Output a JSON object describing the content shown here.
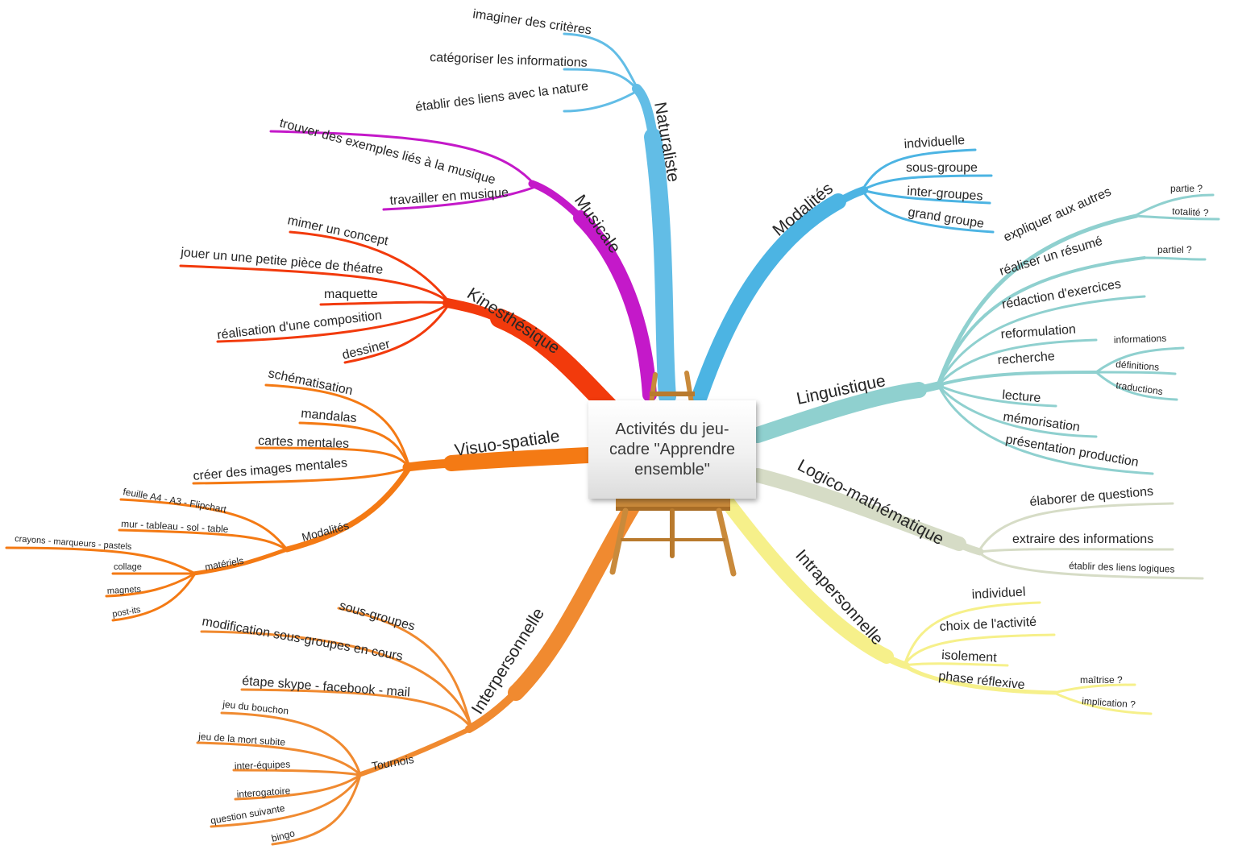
{
  "center": {
    "title": "Activités du jeu-cadre \"Apprendre ensemble\""
  },
  "colors": {
    "naturaliste": "#62bde6",
    "musicale": "#c419c9",
    "kinesthesique": "#f23a0c",
    "visuo_spatiale": "#f47a14",
    "interpersonnelle": "#f08a30",
    "modalites": "#4cb4e3",
    "linguistique": "#8fd0cf",
    "logico": "#d6dcc6",
    "intrapersonnelle": "#f6f08a",
    "easel": "#c98a3b"
  },
  "branches": {
    "naturaliste": {
      "label": "Naturaliste",
      "items": [
        "imaginer des critères",
        "catégoriser les informations",
        "établir des liens avec la nature"
      ]
    },
    "musicale": {
      "label": "Musicale",
      "items": [
        "trouver des exemples liés à la musique",
        "travailler en musique"
      ]
    },
    "kinesthesique": {
      "label": "Kinesthésique",
      "items": [
        "mimer un concept",
        "jouer un une petite pièce de théatre",
        "maquette",
        "réalisation d'une composition",
        "dessiner"
      ]
    },
    "visuo_spatiale": {
      "label": "Visuo-spatiale",
      "items": [
        "schématisation",
        "mandalas",
        "cartes mentales",
        "créer des images mentales"
      ],
      "modalites": {
        "label": "Modalités",
        "items": [
          "feuille A4 - A3 - Flipchart",
          "mur - tableau - sol - table"
        ],
        "materiels": {
          "label": "matériels",
          "items": [
            "crayons - marqueurs - pastels",
            "collage",
            "magnets",
            "post-its"
          ]
        }
      }
    },
    "interpersonnelle": {
      "label": "Interpersonnelle",
      "items": [
        "sous-groupes",
        "modification sous-groupes en cours",
        "étape skype - facebook - mail"
      ],
      "tournois": {
        "label": "Tournois",
        "items": [
          "jeu du bouchon",
          "jeu de la mort subite",
          "inter-équipes",
          "interogatoire",
          "question suivante",
          "bingo"
        ]
      }
    },
    "modalites": {
      "label": "Modalités",
      "items": [
        "indviduelle",
        "sous-groupe",
        "inter-groupes",
        "grand groupe"
      ]
    },
    "linguistique": {
      "label": "Linguistique",
      "expliquer": {
        "label": "expliquer aux autres",
        "items": [
          "partie ?",
          "totalité ?"
        ]
      },
      "resume": {
        "label": "réaliser un résumé",
        "items": [
          "partiel ?"
        ]
      },
      "items": [
        "rédaction d'exercices",
        "reformulation"
      ],
      "recherche": {
        "label": "recherche",
        "items": [
          "informations",
          "définitions",
          "traductions"
        ]
      },
      "items2": [
        "lecture",
        "mémorisation",
        "présentation production"
      ]
    },
    "logico": {
      "label": "Logico-mathématique",
      "items": [
        "élaborer de questions",
        "extraire des informations",
        "établir des liens logiques"
      ]
    },
    "intrapersonnelle": {
      "label": "Intrapersonnelle",
      "items": [
        "individuel",
        "choix de l'activité",
        "isolement"
      ],
      "phase": {
        "label": "phase réflexive",
        "items": [
          "maîtrise ?",
          "implication ?"
        ]
      }
    }
  }
}
